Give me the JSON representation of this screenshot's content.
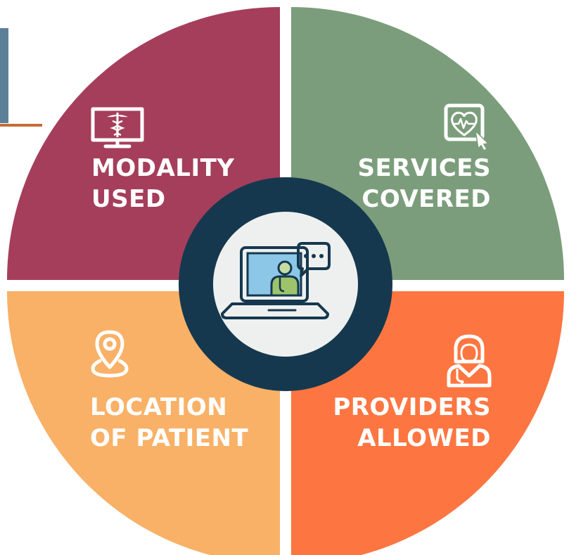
{
  "quadrants": {
    "top_left": {
      "lines": [
        "MODALITY",
        "USED"
      ],
      "icon": "monitor-caduceus-icon",
      "color": "#a53e5b"
    },
    "top_right": {
      "lines": [
        "SERVICES",
        "COVERED"
      ],
      "icon": "heart-monitor-icon",
      "color": "#7b9d7b"
    },
    "bottom_left": {
      "lines": [
        "LOCATION",
        "OF PATIENT"
      ],
      "icon": "location-pin-icon",
      "color": "#f8b167"
    },
    "bottom_right": {
      "lines": [
        "PROVIDERS",
        "ALLOWED"
      ],
      "icon": "doctor-icon",
      "color": "#fd7641"
    }
  },
  "center": {
    "icon": "laptop-telehealth-icon",
    "ring_color": "#15384e",
    "inner_color": "#eef0f0"
  },
  "decor": {
    "bar_color": "#5d8099",
    "line_color": "#c76c35"
  }
}
